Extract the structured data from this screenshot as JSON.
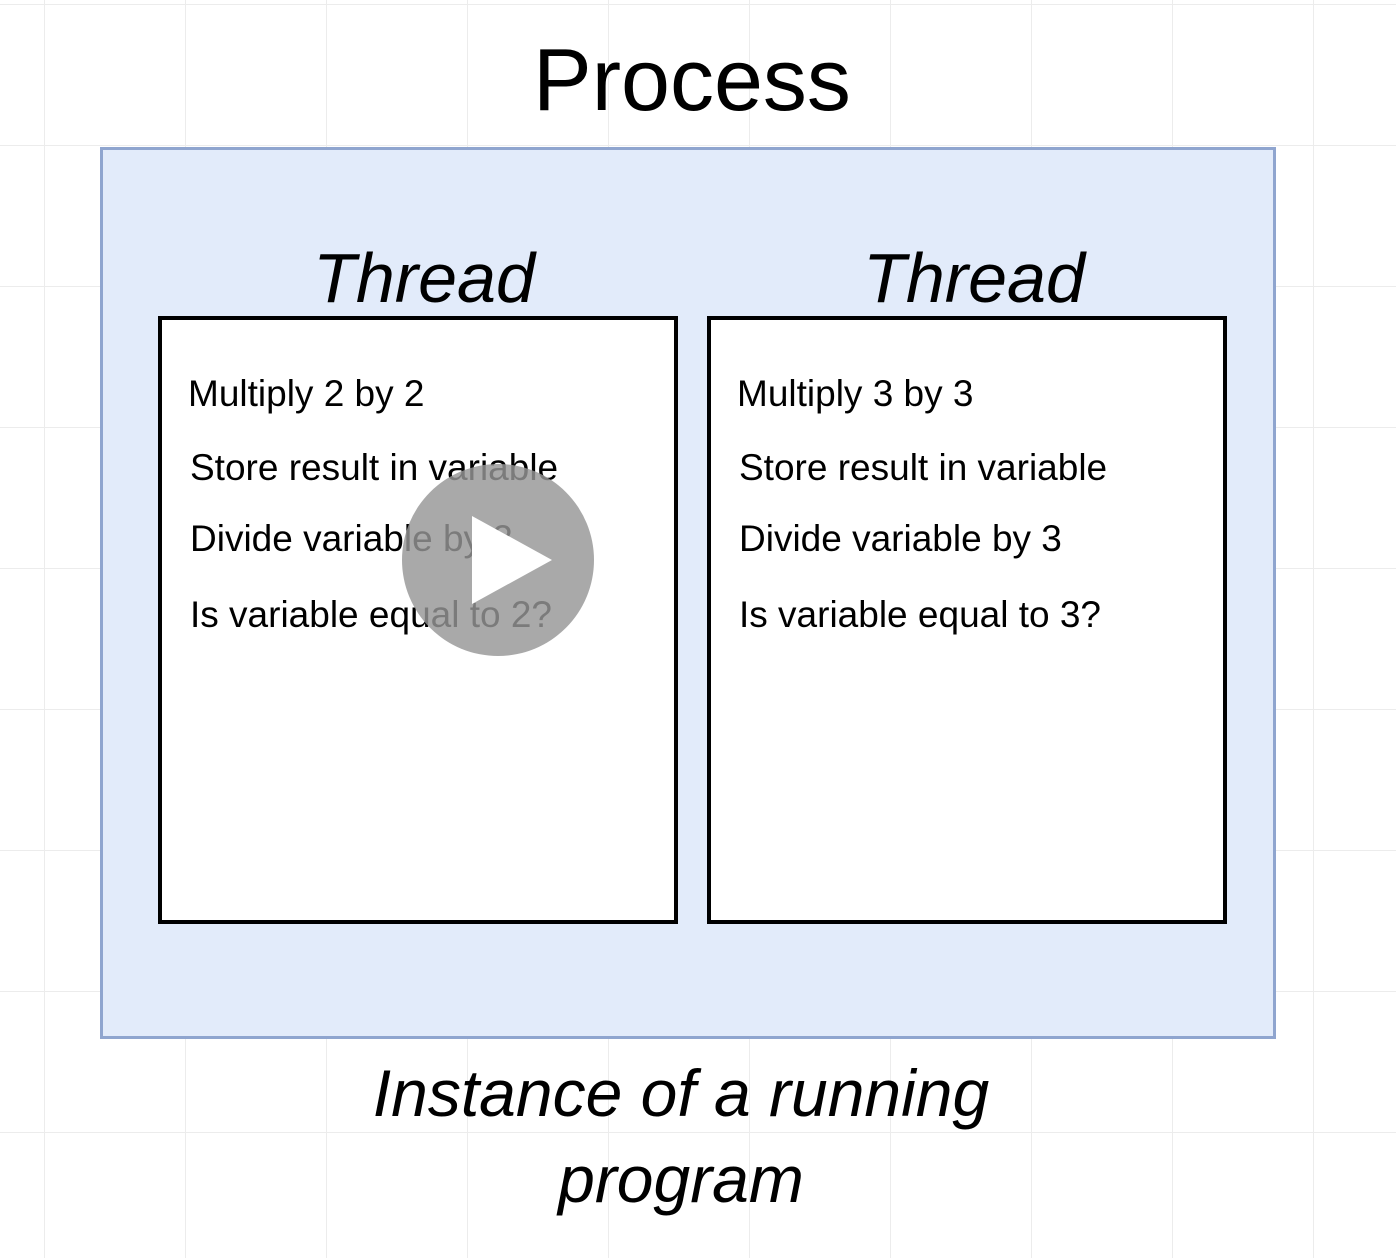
{
  "process": {
    "title": "Process",
    "caption_line1": "Instance of a running",
    "caption_line2": "program"
  },
  "threads": [
    {
      "title": "Thread",
      "steps": [
        "Multiply 2 by 2",
        "Store result in variable",
        "Divide variable by 2",
        "Is variable equal to 2?"
      ]
    },
    {
      "title": "Thread",
      "steps": [
        "Multiply 3 by 3",
        "Store result in variable",
        "Divide variable by 3",
        "Is variable equal to 3?"
      ]
    }
  ],
  "colors": {
    "process_fill": "#e2ebfa",
    "process_border": "#8fa5cf",
    "thread_border": "#000000",
    "play_overlay": "#969696"
  },
  "icons": {
    "play": "play-icon"
  }
}
